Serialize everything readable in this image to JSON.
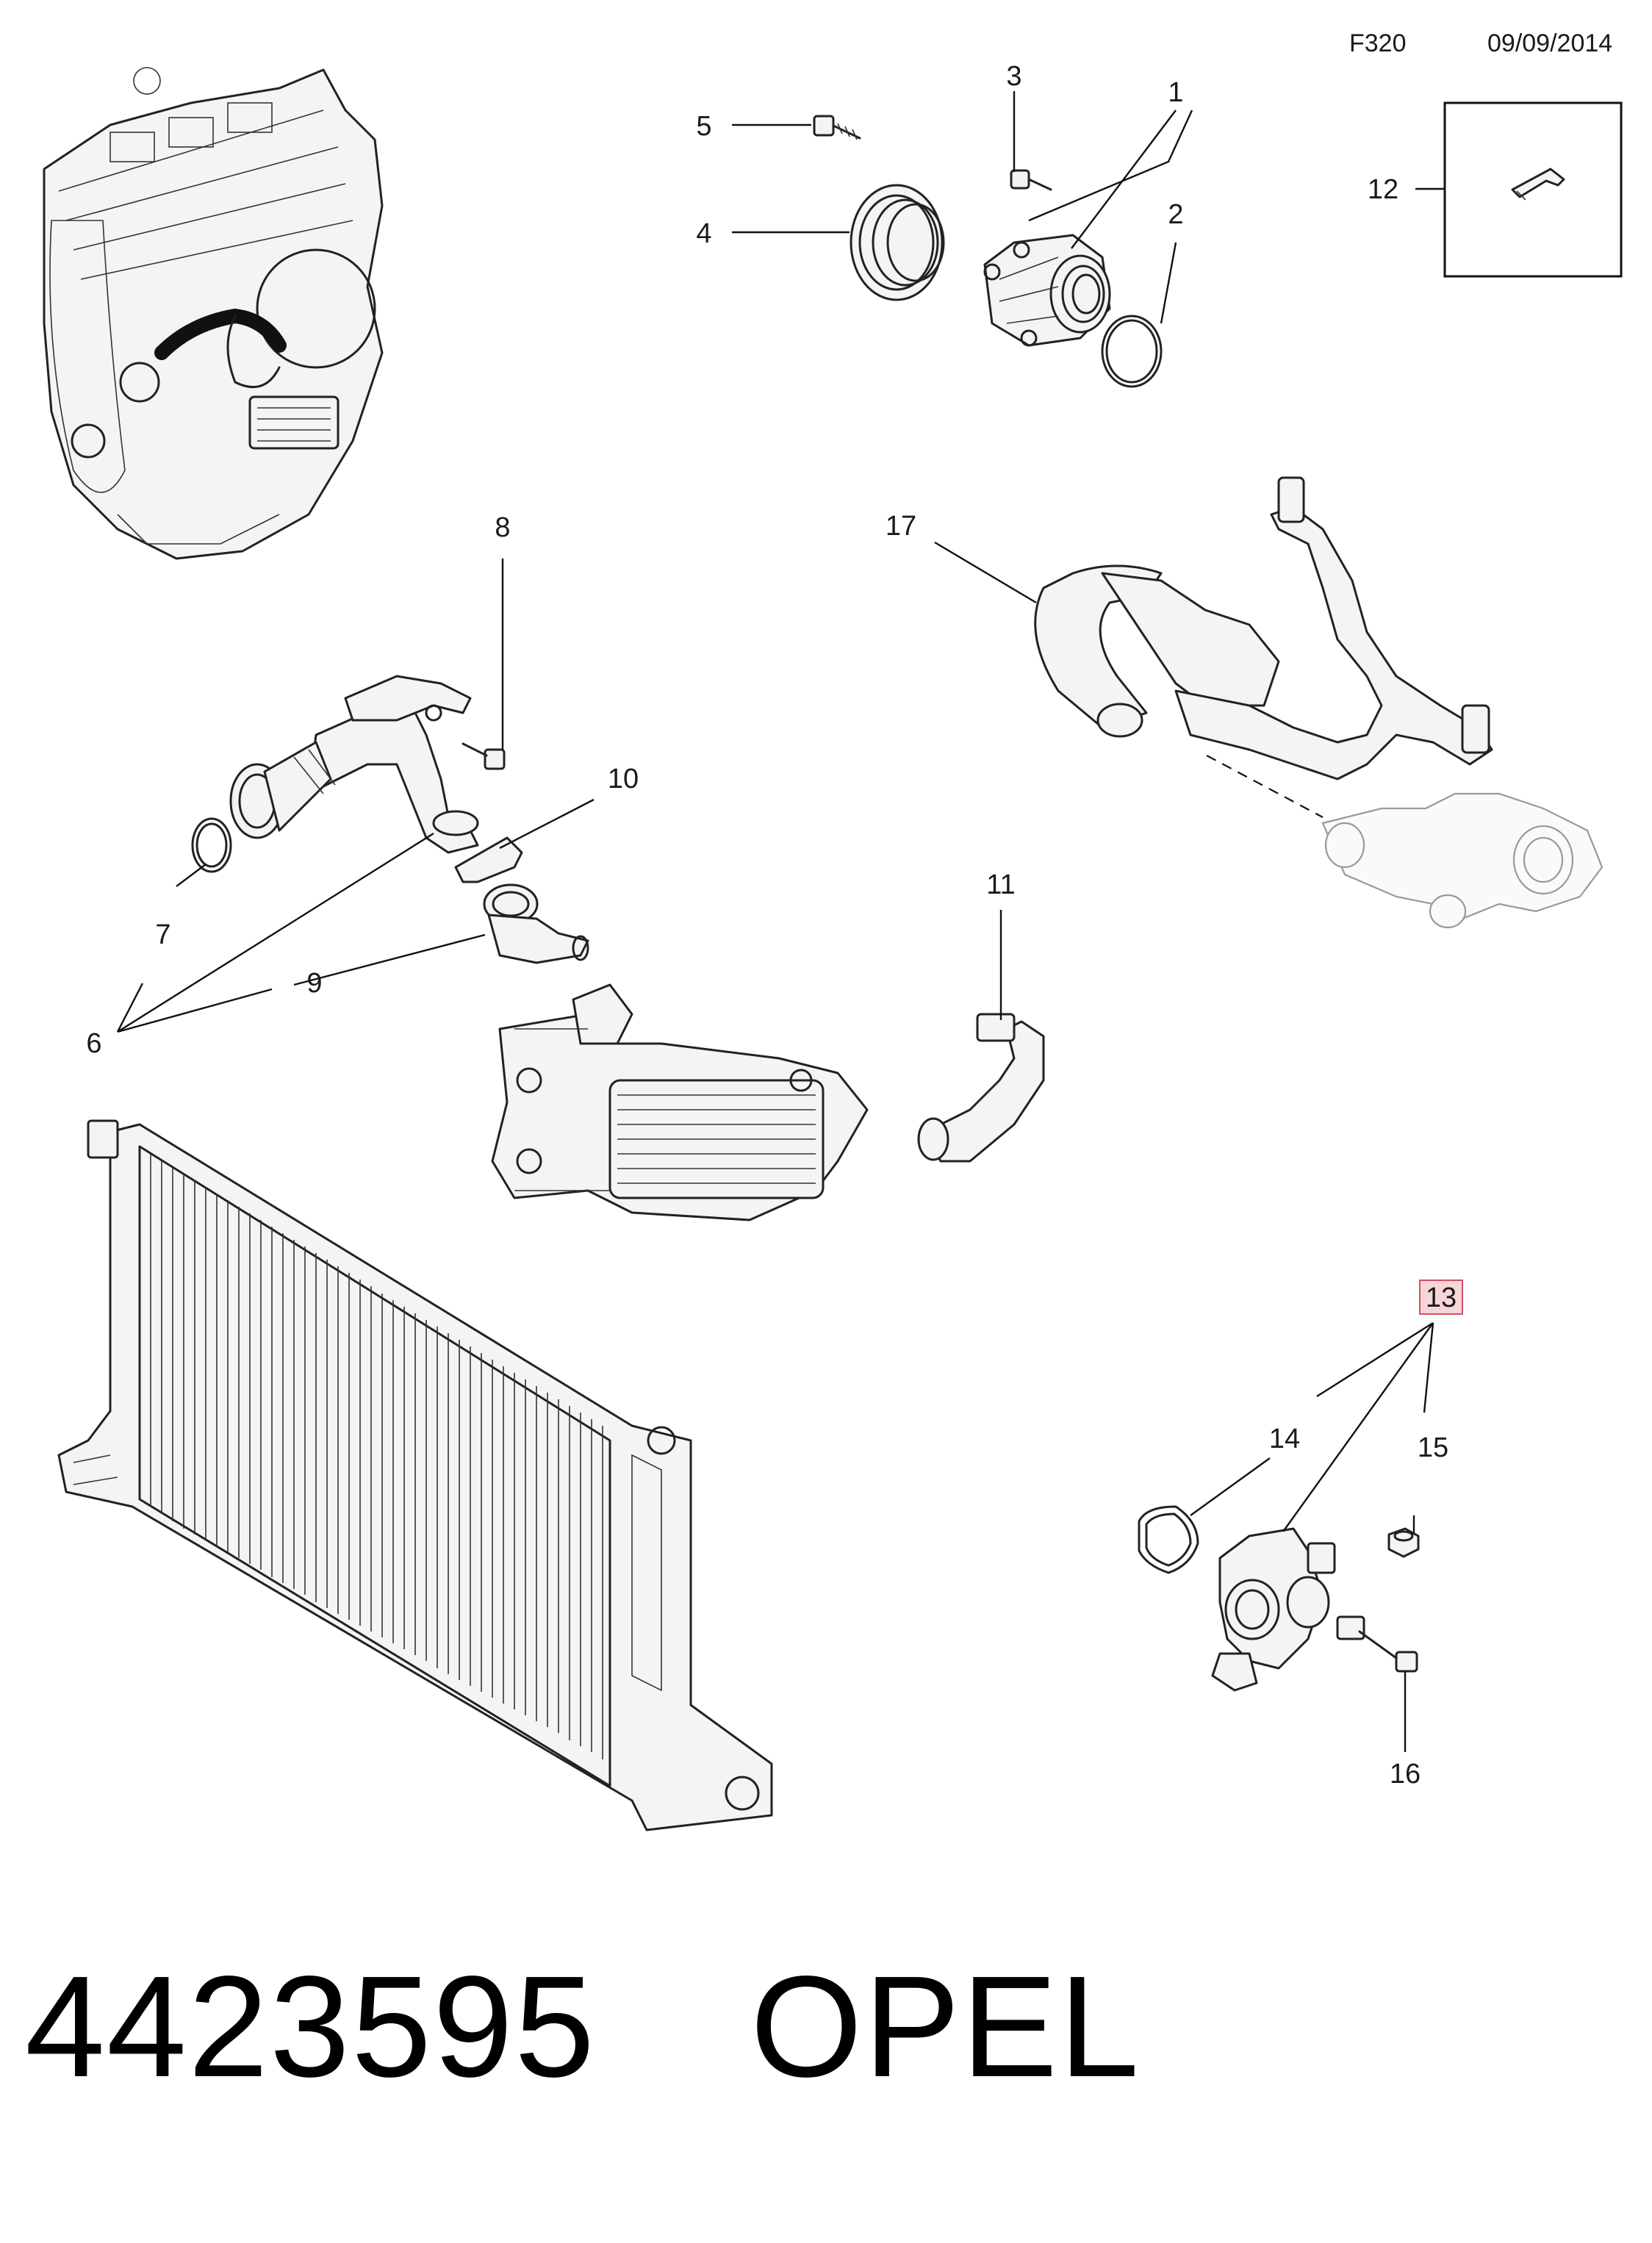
{
  "header": {
    "figure_code": "F320",
    "date": "09/09/2014"
  },
  "callouts": {
    "c1": "1",
    "c2": "2",
    "c3": "3",
    "c4": "4",
    "c5": "5",
    "c6": "6",
    "c7": "7",
    "c8": "8",
    "c9": "9",
    "c10": "10",
    "c11": "11",
    "c12": "12",
    "c13": "13",
    "c14": "14",
    "c15": "15",
    "c16": "16",
    "c17": "17"
  },
  "highlighted_callout": "13",
  "footer": {
    "part_number": "4423595",
    "brand": "OPEL"
  },
  "colors": {
    "line": "#222222",
    "highlight_fill": "#f6d6d8",
    "highlight_border": "#d0506a"
  }
}
